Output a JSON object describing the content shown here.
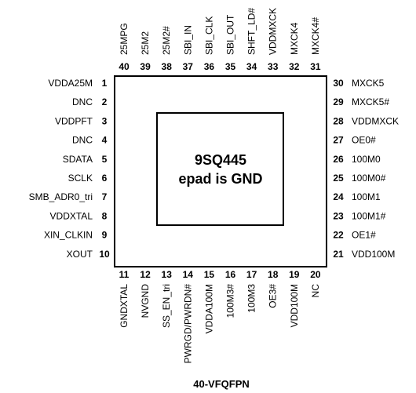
{
  "package": {
    "center_text": [
      "9SQ445",
      "epad is GND"
    ],
    "caption": "40-VFQFPN"
  },
  "pins": {
    "left": [
      {
        "num": "1",
        "name": "VDDA25M"
      },
      {
        "num": "2",
        "name": "DNC"
      },
      {
        "num": "3",
        "name": "VDDPFT"
      },
      {
        "num": "4",
        "name": "DNC"
      },
      {
        "num": "5",
        "name": "SDATA"
      },
      {
        "num": "6",
        "name": "SCLK"
      },
      {
        "num": "7",
        "name": "SMB_ADR0_tri"
      },
      {
        "num": "8",
        "name": "VDDXTAL"
      },
      {
        "num": "9",
        "name": "XIN_CLKIN"
      },
      {
        "num": "10",
        "name": "XOUT"
      }
    ],
    "right": [
      {
        "num": "30",
        "name": "MXCK5"
      },
      {
        "num": "29",
        "name": "MXCK5#"
      },
      {
        "num": "28",
        "name": "VDDMXCK"
      },
      {
        "num": "27",
        "name": "OE0#"
      },
      {
        "num": "26",
        "name": "100M0"
      },
      {
        "num": "25",
        "name": "100M0#"
      },
      {
        "num": "24",
        "name": "100M1"
      },
      {
        "num": "23",
        "name": "100M1#"
      },
      {
        "num": "22",
        "name": "OE1#"
      },
      {
        "num": "21",
        "name": "VDD100M"
      }
    ],
    "top": [
      {
        "num": "40",
        "name": "25MPG"
      },
      {
        "num": "39",
        "name": "25M2"
      },
      {
        "num": "38",
        "name": "25M2#"
      },
      {
        "num": "37",
        "name": "SBI_IN"
      },
      {
        "num": "36",
        "name": "SBI_CLK"
      },
      {
        "num": "35",
        "name": "SBI_OUT"
      },
      {
        "num": "34",
        "name": "SHFT_LD#"
      },
      {
        "num": "33",
        "name": "VDDMXCK"
      },
      {
        "num": "32",
        "name": "MXCK4"
      },
      {
        "num": "31",
        "name": "MXCK4#"
      }
    ],
    "bottom": [
      {
        "num": "11",
        "name": "GNDXTAL"
      },
      {
        "num": "12",
        "name": "NVGND"
      },
      {
        "num": "13",
        "name": "SS_EN_tri"
      },
      {
        "num": "14",
        "name": "PWRGD/PWRDN#"
      },
      {
        "num": "15",
        "name": "VDDA100M"
      },
      {
        "num": "16",
        "name": "100M3#"
      },
      {
        "num": "17",
        "name": "100M3"
      },
      {
        "num": "18",
        "name": "OE3#"
      },
      {
        "num": "19",
        "name": "VDD100M"
      },
      {
        "num": "20",
        "name": "NC"
      }
    ]
  }
}
